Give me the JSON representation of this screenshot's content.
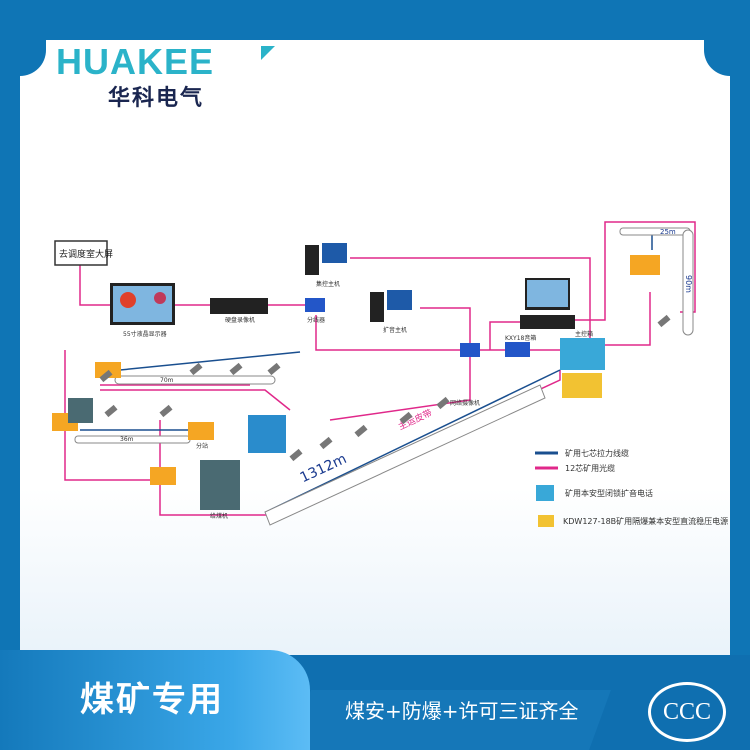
{
  "logo": {
    "en": "HUAKEE",
    "cn": "华科电气"
  },
  "diagram": {
    "dispatch_screen": "去调度室大屏",
    "monitor_label": "55寸液晶显示器",
    "nvr_label": "硬盘录像机",
    "splitter_label": "分线器",
    "control_host": "集控主机",
    "broadcast_host": "扩音主机",
    "main_box": "主控箱",
    "speaker": "KXY18音箱",
    "camera": "网络摄像机",
    "sub_box": "分站",
    "crusher": "给煤机",
    "belt_main_length": "1312m",
    "belt_main_name": "主运皮带",
    "belt_a": "70m",
    "belt_b": "36m",
    "belt_top": "25m",
    "belt_right": "90m"
  },
  "legend": [
    {
      "label": "矿用七芯拉力线缆",
      "color": "#1a4f8f"
    },
    {
      "label": "12芯矿用光缆",
      "color": "#e0288a"
    },
    {
      "label": "矿用本安型闭锁扩音电话"
    },
    {
      "label": "KDW127-18B矿用隔爆兼本安型直流稳压电源"
    }
  ],
  "banner": {
    "title": "煤矿专用",
    "subtitle": "煤安+防爆+许可三证齐全",
    "cert": "CCC"
  }
}
